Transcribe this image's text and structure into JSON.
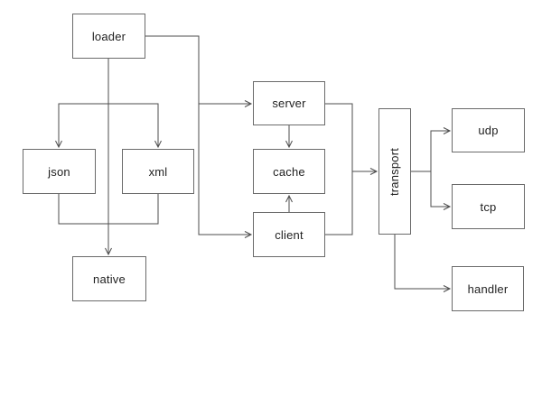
{
  "diagram": {
    "background_color": "#ffffff",
    "box_fill_color": "#ffffff",
    "box_border_color": "#6a6a6a",
    "line_color": "#4d4d4d",
    "text_color": "#1f1f1f",
    "nodes": {
      "loader": {
        "label": "loader",
        "orientation": "horizontal"
      },
      "json": {
        "label": "json",
        "orientation": "horizontal"
      },
      "xml": {
        "label": "xml",
        "orientation": "horizontal"
      },
      "native": {
        "label": "native",
        "orientation": "horizontal"
      },
      "server": {
        "label": "server",
        "orientation": "horizontal"
      },
      "cache": {
        "label": "cache",
        "orientation": "horizontal"
      },
      "client": {
        "label": "client",
        "orientation": "horizontal"
      },
      "transport": {
        "label": "transport",
        "orientation": "vertical"
      },
      "udp": {
        "label": "udp",
        "orientation": "horizontal"
      },
      "tcp": {
        "label": "tcp",
        "orientation": "horizontal"
      },
      "handler": {
        "label": "handler",
        "orientation": "horizontal"
      }
    },
    "edges": [
      {
        "from": "loader",
        "to": "json",
        "arrow": true
      },
      {
        "from": "loader",
        "to": "xml",
        "arrow": true
      },
      {
        "from": "loader",
        "to": "native",
        "arrow": true
      },
      {
        "from": "loader",
        "to": "server",
        "arrow": true
      },
      {
        "from": "loader",
        "to": "client",
        "arrow": true
      },
      {
        "from": "json",
        "to": "xml",
        "arrow": false
      },
      {
        "from": "server",
        "to": "cache",
        "arrow": true
      },
      {
        "from": "client",
        "to": "cache",
        "arrow": true
      },
      {
        "from": "server",
        "to": "transport",
        "arrow": true
      },
      {
        "from": "client",
        "to": "transport",
        "arrow": true
      },
      {
        "from": "transport",
        "to": "udp",
        "arrow": true
      },
      {
        "from": "transport",
        "to": "tcp",
        "arrow": true
      },
      {
        "from": "transport",
        "to": "handler",
        "arrow": true
      }
    ]
  }
}
